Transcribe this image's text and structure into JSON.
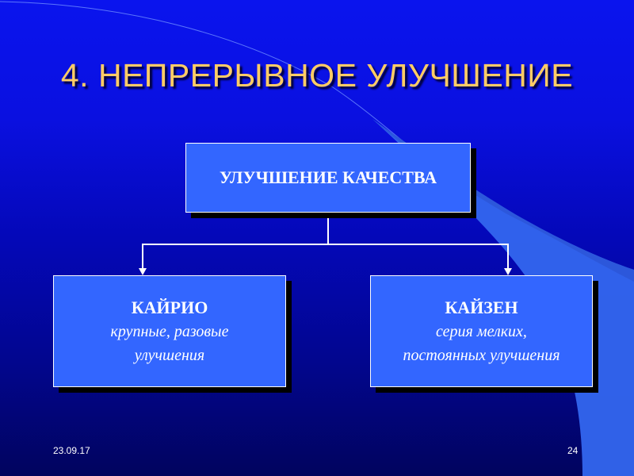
{
  "slide": {
    "title": "4. НЕПРЕРЫВНОЕ УЛУЧШЕНИЕ",
    "colors": {
      "title": "#ffcc66",
      "box_fill": "#3366ff",
      "box_border": "#ffffff",
      "background_top": "#0a14ee",
      "background_bottom": "#01045e",
      "swoosh": "#3366ee"
    },
    "diagram": {
      "root": {
        "label": "УЛУЧШЕНИЕ КАЧЕСТВА"
      },
      "children": [
        {
          "head": "КАЙРИО",
          "desc_line1": "крупные, разовые",
          "desc_line2": "улучшения"
        },
        {
          "head": "КАЙЗЕН",
          "desc_line1": "серия мелких,",
          "desc_line2": "постоянных улучшения"
        }
      ]
    },
    "footer": {
      "date": "23.09.17",
      "page_number": "24"
    }
  }
}
